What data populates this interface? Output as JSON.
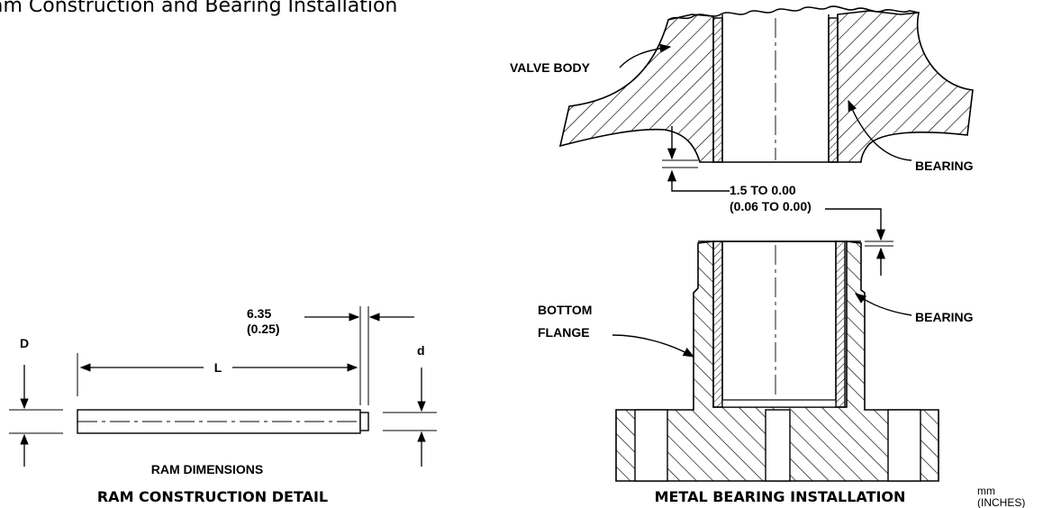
{
  "header": {
    "title": "am Construction and Bearing Installation"
  },
  "ram_detail": {
    "dim_top_line1": "6.35",
    "dim_top_line2": "(0.25)",
    "label_D": "D",
    "label_L": "L",
    "label_d": "d",
    "subcaption": "RAM DIMENSIONS",
    "caption": "RAM CONSTRUCTION DETAIL"
  },
  "bearing_install": {
    "valve_body": "VALVE BODY",
    "bearing_upper": "BEARING",
    "gap_line1": "1.5 TO 0.00",
    "gap_line2": "(0.06 TO 0.00)",
    "bottom_flange_line1": "BOTTOM",
    "bottom_flange_line2": "FLANGE",
    "bearing_lower": "BEARING",
    "caption": "METAL BEARING INSTALLATION"
  },
  "units": {
    "line1": "mm",
    "line2": "(INCHES)"
  }
}
